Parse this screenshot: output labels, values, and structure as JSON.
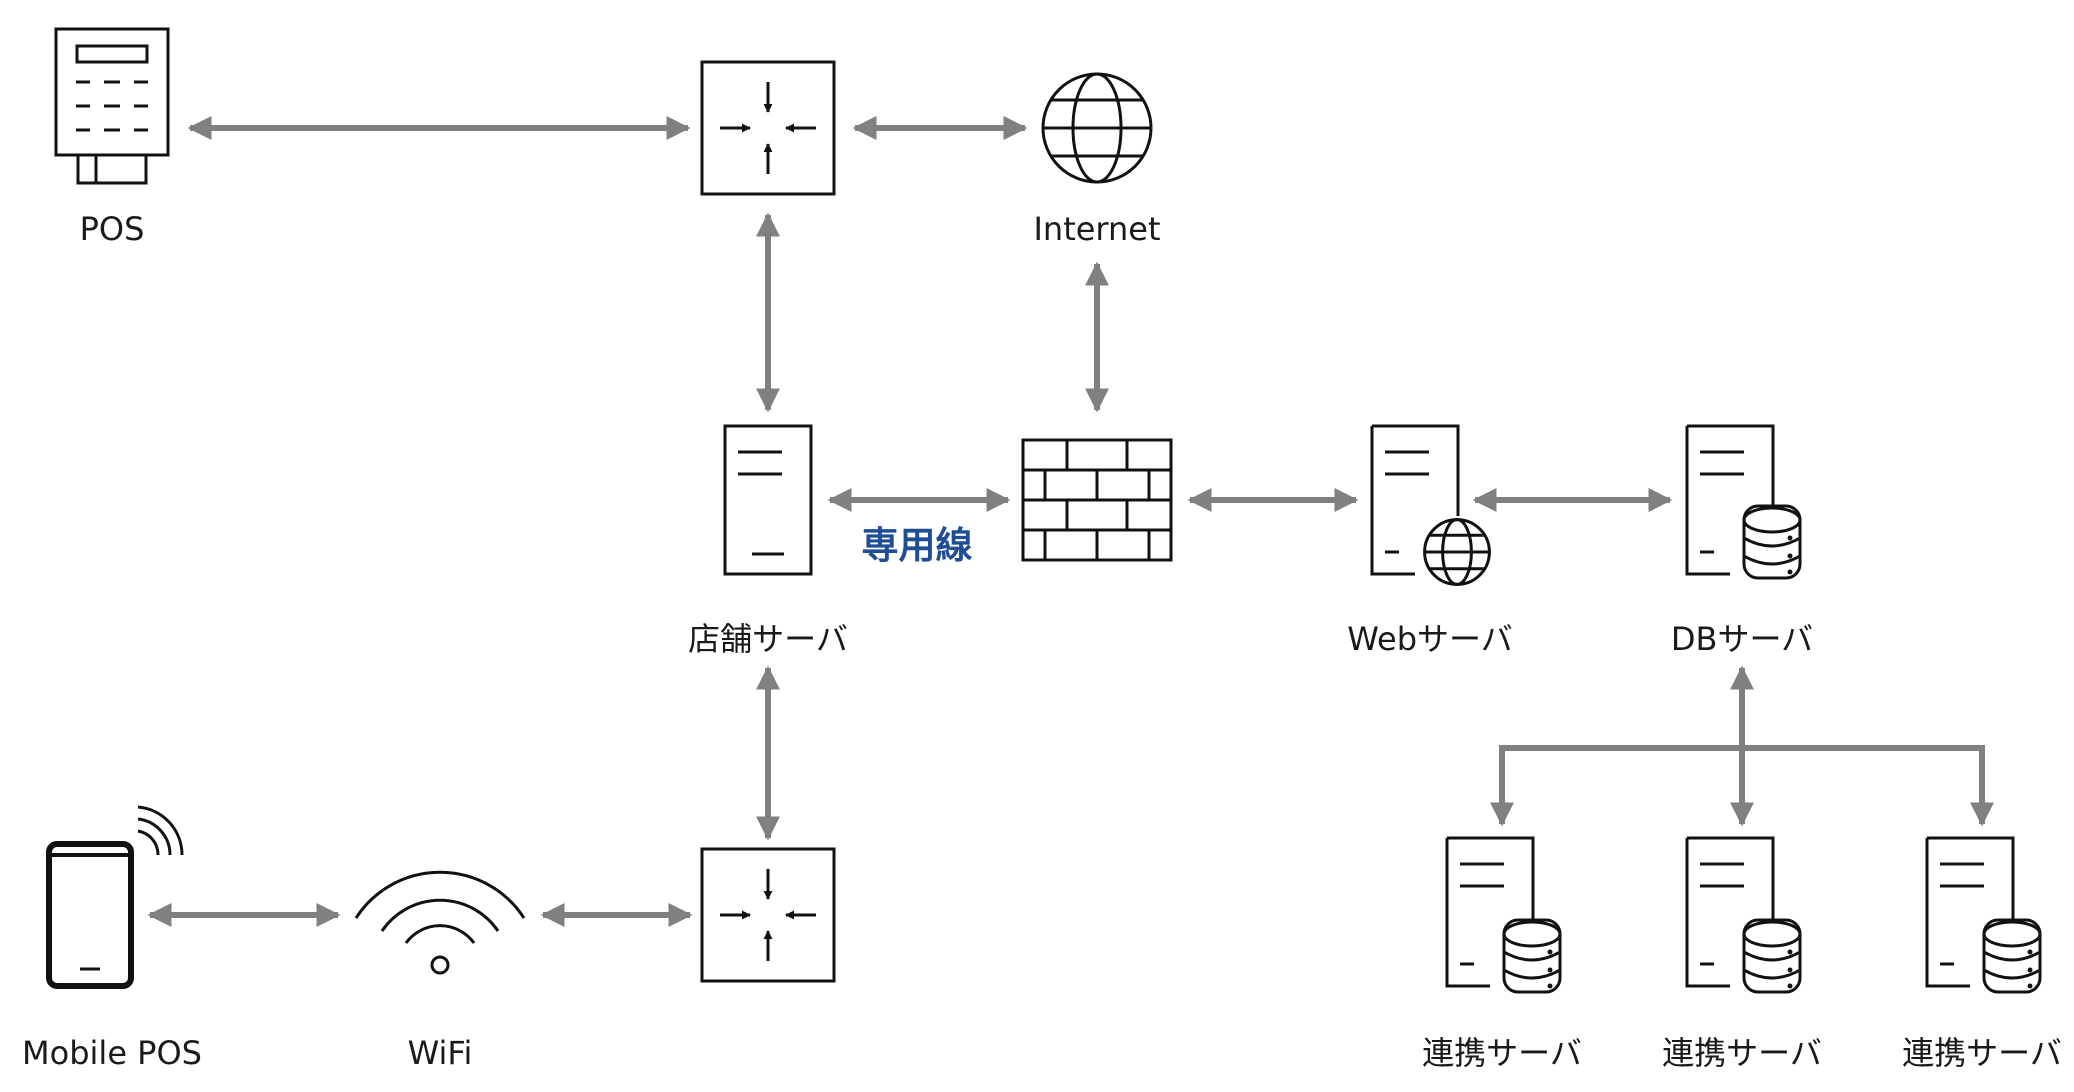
{
  "nodes": {
    "pos": "POS",
    "internet": "Internet",
    "store_server": "店舗サーバ",
    "web_server": "Webサーバ",
    "db_server": "DBサーバ",
    "mobile_pos": "Mobile POS",
    "wifi": "WiFi",
    "integration_1": "連携サーバ",
    "integration_2": "連携サーバ",
    "integration_3": "連携サーバ"
  },
  "links": {
    "dedicated_line": "専用線"
  },
  "colors": {
    "connector": "#808080",
    "icon_stroke": "#111111",
    "accent_label": "#1f4e96"
  },
  "icons": [
    "pos-terminal-icon",
    "router-icon",
    "globe-icon",
    "server-icon",
    "firewall-icon",
    "web-server-icon",
    "database-server-icon",
    "smartphone-icon",
    "wifi-icon"
  ]
}
